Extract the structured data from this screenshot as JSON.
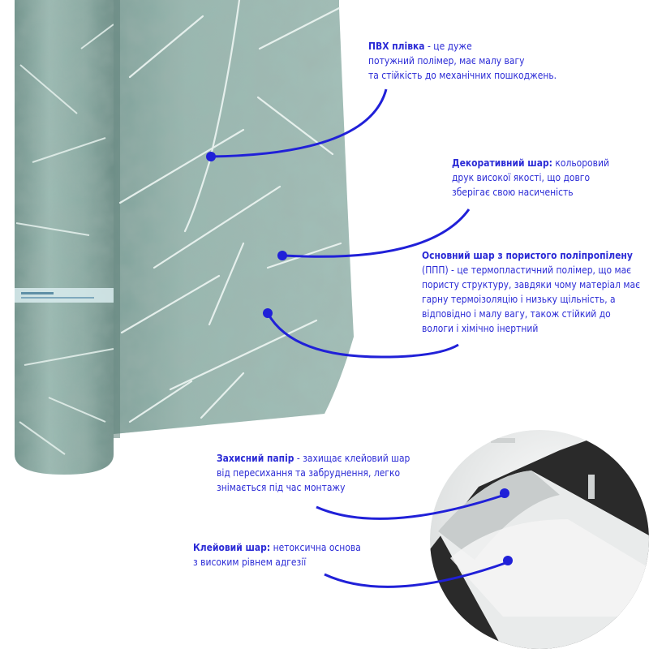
{
  "annotations": [
    {
      "id": "pvc-film",
      "title": "ПВХ плівка",
      "lines": [
        " - це дуже",
        "потужний полімер, має малу вагу",
        "та стійкість до механічних пошкоджень."
      ]
    },
    {
      "id": "decorative-layer",
      "title": "Декоративний шар:",
      "lines": [
        " кольоровий",
        "друк високої якості, що довго",
        "зберігає свою насиченість"
      ]
    },
    {
      "id": "base-layer",
      "title": "Основний шар з пористого поліпропілену",
      "lines": [
        "(ППП) - це термопластичний полімер, що має",
        "пористу структуру, завдяки чому матеріал має",
        "гарну термоізоляцію і низьку щільність, а",
        "відповідно і малу вагу, також стійкий до",
        "вологи і хімічно інертний"
      ]
    },
    {
      "id": "protective-paper",
      "title": "Захисний папір",
      "lines": [
        " - захищає клейовий шар",
        "від пересихання та забруднення, легко",
        "знімається під час монтажу"
      ]
    },
    {
      "id": "adhesive-layer",
      "title": "Клейовий шар:",
      "lines": [
        " нетоксична основа",
        "з високим рівнем адгезії"
      ]
    }
  ],
  "colors": {
    "accent": "#2020d8",
    "text": "#2b2bd6",
    "marble": "#8fb0a8",
    "vein": "#e8f2ee",
    "background": "#ffffff"
  }
}
